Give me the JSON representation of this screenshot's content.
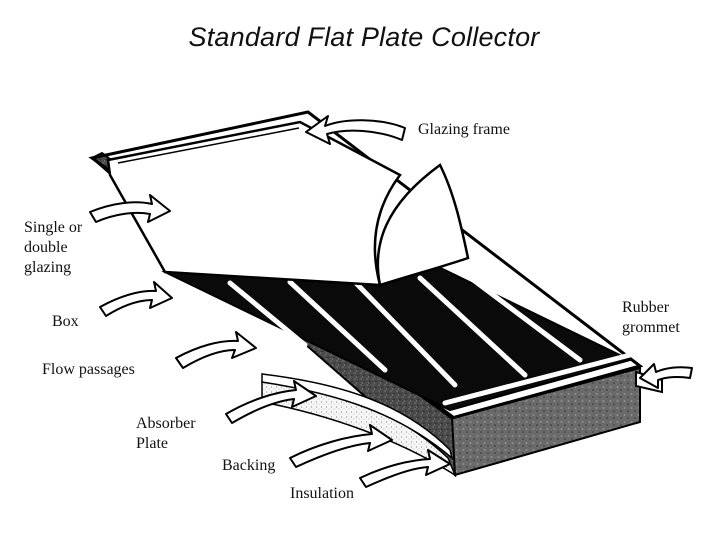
{
  "title": "Standard Flat Plate Collector",
  "labels": {
    "glazing_frame": "Glazing frame",
    "single_or_double_glazing": "Single or\ndouble\nglazing",
    "box": "Box",
    "flow_passages": "Flow passages",
    "absorber_plate": "Absorber\nPlate",
    "backing": "Backing",
    "insulation": "Insulation",
    "rubber_grommet": "Rubber\ngrommet"
  }
}
